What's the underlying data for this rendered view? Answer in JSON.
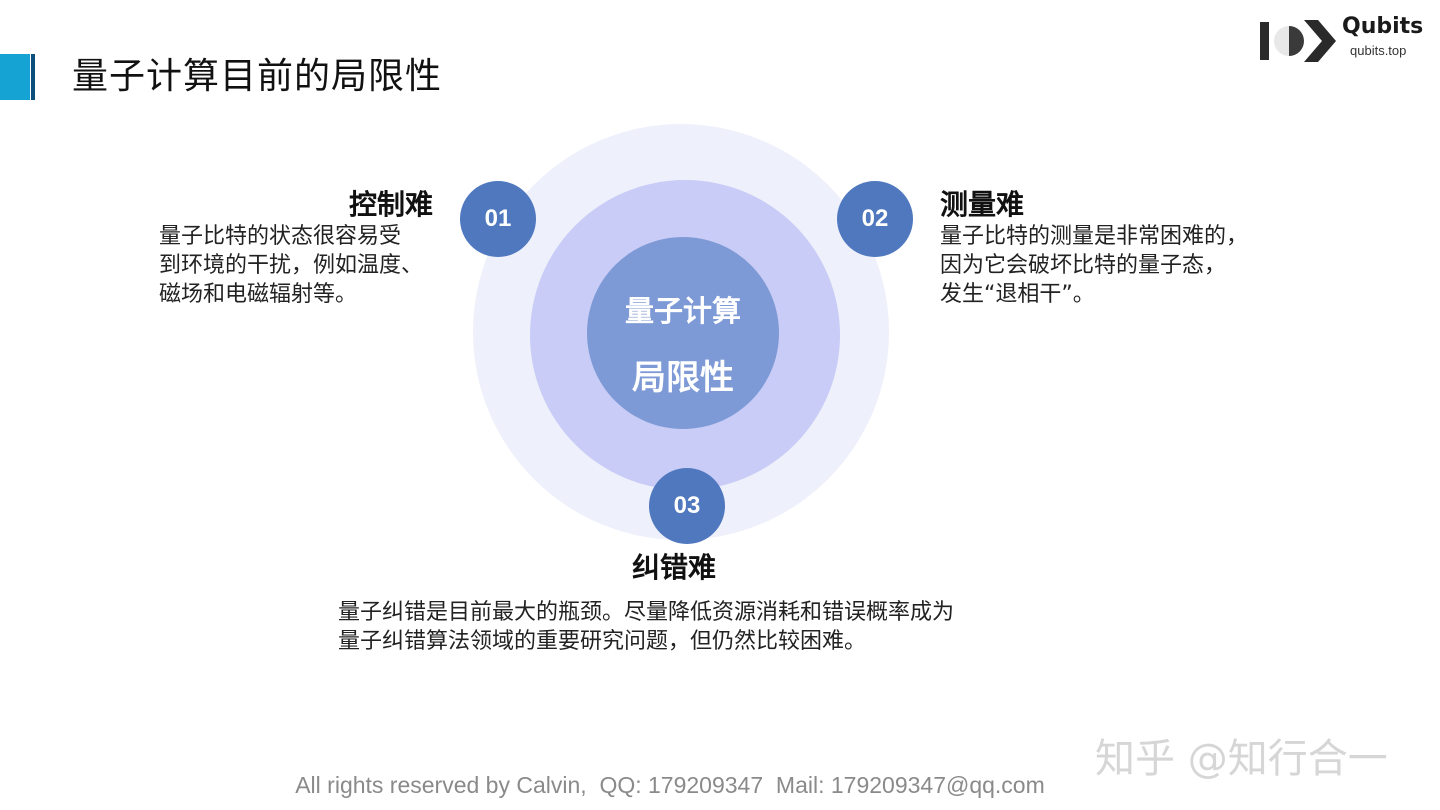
{
  "slide": {
    "title": "量子计算目前的局限性"
  },
  "logo": {
    "name": "Qubits",
    "url": "qubits.top"
  },
  "diagram": {
    "center_line1": "量子计算",
    "center_line2": "局限性",
    "items": [
      {
        "number": "01",
        "heading": "控制难",
        "lines": [
          "量子比特的状态很容易受",
          "到环境的干扰，例如温度、",
          "磁场和电磁辐射等。"
        ]
      },
      {
        "number": "02",
        "heading": "测量难",
        "lines": [
          "量子比特的测量是非常困难的，",
          "因为它会破坏比特的量子态，",
          "发生“退相干”。"
        ]
      },
      {
        "number": "03",
        "heading": "纠错难",
        "lines": [
          "量子纠错是目前最大的瓶颈。尽量降低资源消耗和错误概率成为",
          "量子纠错算法领域的重要研究问题，但仍然比较困难。"
        ]
      }
    ]
  },
  "watermark": "知乎 @知行合一",
  "footer": "All rights reserved by Calvin,  QQ: 179209347  Mail: 179209347@qq.com",
  "colors": {
    "accent": "#15a3d4",
    "badge": "#4f78bf",
    "outer_ring": "#eef0fb",
    "middle_ring": "#c8ccf6",
    "inner_circle": "#7e9ad6"
  }
}
